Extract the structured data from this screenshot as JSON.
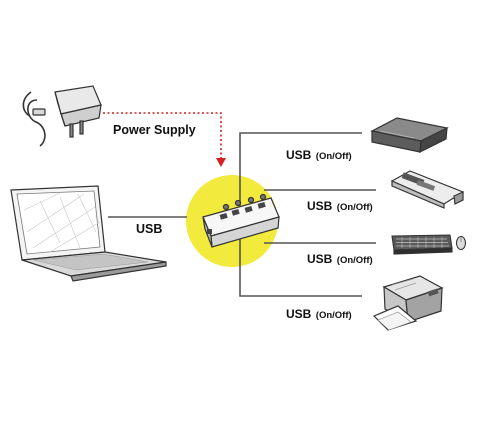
{
  "labels": {
    "power_supply": "Power Supply",
    "usb": "USB",
    "port_1": {
      "main": "USB",
      "sub": "(On/Off)"
    },
    "port_2": {
      "main": "USB",
      "sub": "(On/Off)"
    },
    "port_3": {
      "main": "USB",
      "sub": "(On/Off)"
    },
    "port_4": {
      "main": "USB",
      "sub": "(On/Off)"
    }
  },
  "icons": {
    "power_adapter": "power-adapter-icon",
    "laptop": "laptop-icon",
    "hub": "usb-hub-icon",
    "external_drive": "external-drive-icon",
    "card_reader": "card-reader-icon",
    "keyboard_mouse": "keyboard-mouse-icon",
    "printer": "printer-icon"
  },
  "colors": {
    "hub_circle": "#f2ea3c",
    "power_line": "#d42020",
    "connector_line": "#555555",
    "text": "#111111"
  }
}
